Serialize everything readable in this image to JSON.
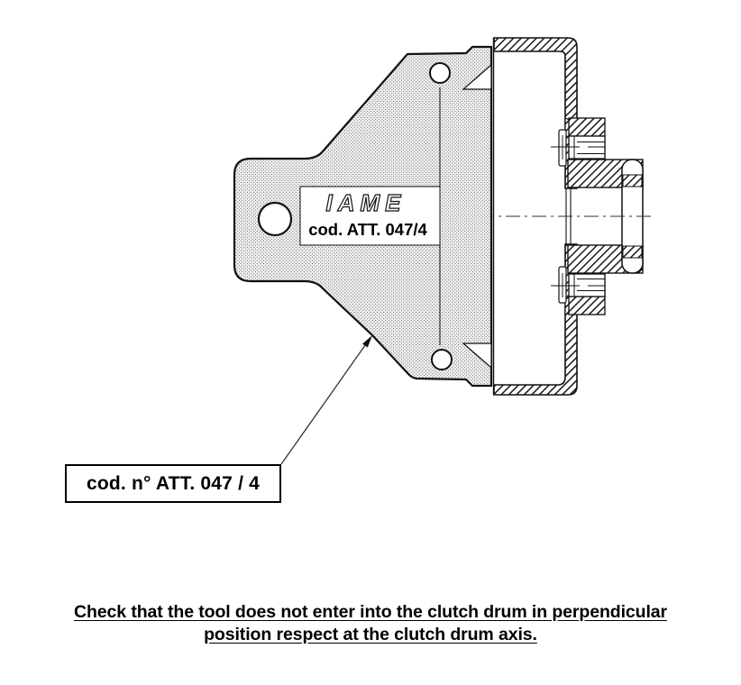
{
  "figure": {
    "tool": {
      "logo": "IAME",
      "code_label": "cod. ATT. 047/4"
    },
    "callout": {
      "label": "cod. n° ATT. 047 / 4"
    },
    "caption": {
      "line1": "Check that the tool does not enter into the clutch drum in perpendicular",
      "line2": "position respect at the clutch drum axis."
    }
  },
  "colors": {
    "line": "#111111",
    "background": "#ffffff",
    "tool_fill": "#f3f3f3",
    "stipple_dot": "#555555"
  }
}
